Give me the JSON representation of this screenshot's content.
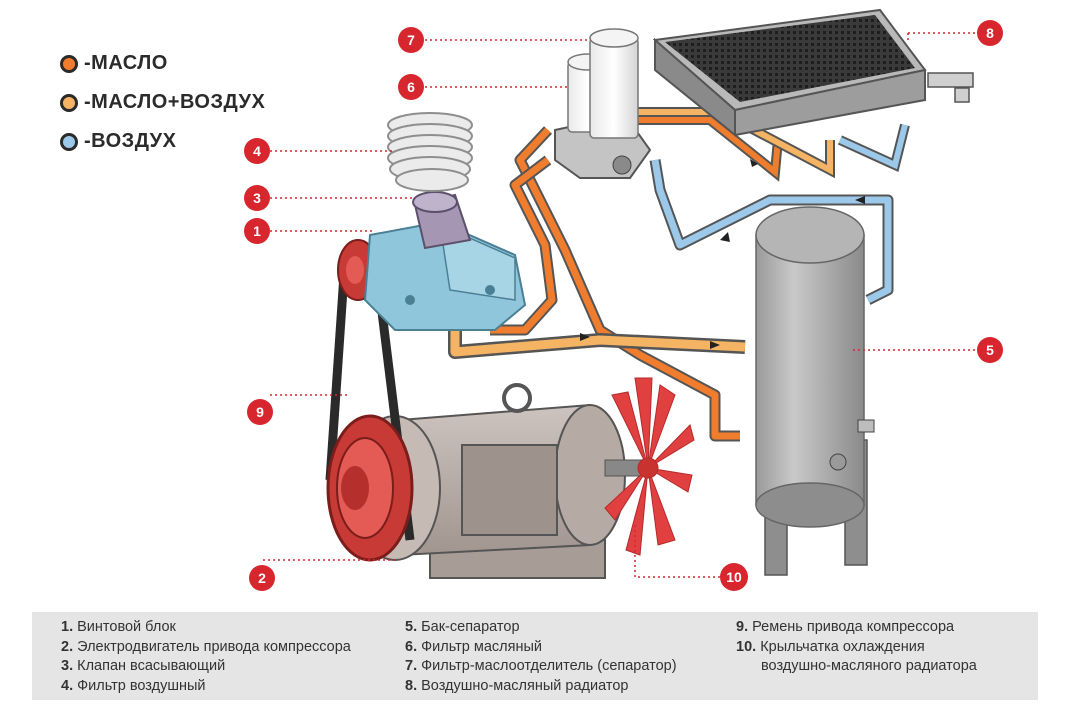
{
  "legend": [
    {
      "label": "-МАСЛО",
      "color": "#f07d2e"
    },
    {
      "label": "-МАСЛО+ВОЗДУХ",
      "color": "#f5b463"
    },
    {
      "label": "-ВОЗДУХ",
      "color": "#9cc9ea"
    }
  ],
  "callouts": [
    "1",
    "2",
    "3",
    "4",
    "5",
    "6",
    "7",
    "8",
    "9",
    "10"
  ],
  "footer": {
    "col1": [
      {
        "num": "1.",
        "text": " Винтовой блок"
      },
      {
        "num": "2.",
        "text": " Электродвигатель привода компрессора"
      },
      {
        "num": "3.",
        "text": " Клапан всасывающий"
      },
      {
        "num": "4.",
        "text": " Фильтр воздушный"
      }
    ],
    "col2": [
      {
        "num": "5.",
        "text": " Бак-сепаратор"
      },
      {
        "num": "6.",
        "text": " Фильтр масляный"
      },
      {
        "num": "7.",
        "text": " Фильтр-маслоотделитель (сепаратор)"
      },
      {
        "num": "8.",
        "text": " Воздушно-масляный радиатор"
      }
    ],
    "col3": [
      {
        "num": "9.",
        "text": " Ремень привода компрессора"
      },
      {
        "num": "10.",
        "text": " Крыльчатка охлаждения"
      },
      {
        "num": "",
        "text": "воздушно-масляного радиатора"
      }
    ]
  },
  "colors": {
    "callout_red": "#d7262d",
    "oil": "#f07d2e",
    "oil_air": "#f5b463",
    "air": "#9cc9ea",
    "compressor": "#8fc6dc",
    "tank": "#a4a4a4",
    "motor": "#b8aca6",
    "fan": "#e0403f",
    "footer_bg": "#e5e5e6"
  }
}
